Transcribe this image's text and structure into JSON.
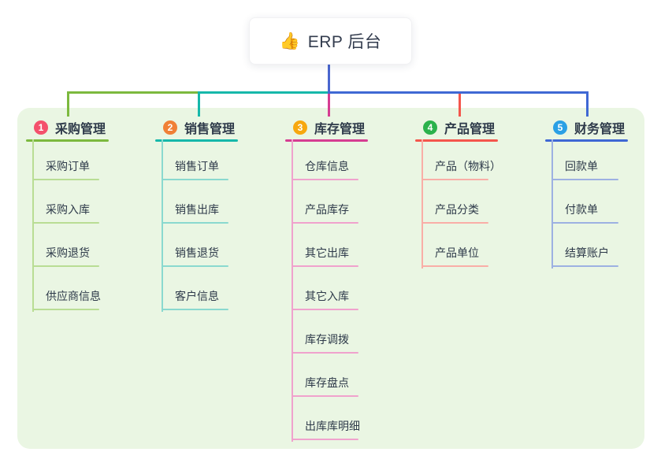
{
  "root": {
    "icon": "👍",
    "label": "ERP 后台"
  },
  "colors": {
    "page_bg": "#ffffff",
    "panel_bg": "#eaf6e3",
    "text": "#2e3a4a",
    "root_text": "#333c4e",
    "root_line": "#4a66cf"
  },
  "branches": [
    {
      "index": "1",
      "label": "采购管理",
      "badge_color": "#f4516c",
      "line_color": "#7cb93e",
      "child_line_color": "#b9dd94",
      "children": [
        "采购订单",
        "采购入库",
        "采购退货",
        "供应商信息"
      ]
    },
    {
      "index": "2",
      "label": "销售管理",
      "badge_color": "#f08036",
      "line_color": "#16b8aa",
      "child_line_color": "#8ad9cf",
      "children": [
        "销售订单",
        "销售出库",
        "销售退货",
        "客户信息"
      ]
    },
    {
      "index": "3",
      "label": "库存管理",
      "badge_color": "#f7a80f",
      "line_color": "#d63d92",
      "child_line_color": "#f0a2cd",
      "children": [
        "仓库信息",
        "产品库存",
        "其它出库",
        "其它入库",
        "库存调拨",
        "库存盘点",
        "出库库明细"
      ]
    },
    {
      "index": "4",
      "label": "产品管理",
      "badge_color": "#2bb24c",
      "line_color": "#f4564c",
      "child_line_color": "#f9aea7",
      "children": [
        "产品（物料）",
        "产品分类",
        "产品单位"
      ]
    },
    {
      "index": "5",
      "label": "财务管理",
      "badge_color": "#2aa0e5",
      "line_color": "#3f68d4",
      "child_line_color": "#9db1e2",
      "children": [
        "回款单",
        "付款单",
        "结算账户"
      ]
    }
  ]
}
